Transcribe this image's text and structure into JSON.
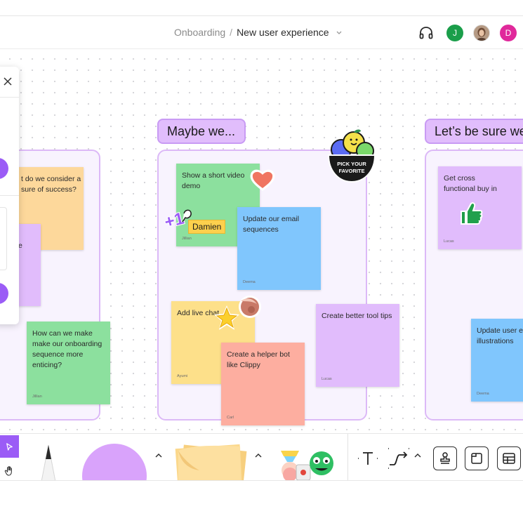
{
  "header": {
    "breadcrumb_parent": "Onboarding",
    "breadcrumb_separator": "/",
    "breadcrumb_current": "New user experience",
    "avatars": [
      {
        "initial": "J",
        "color": "#1a9e4a"
      },
      {
        "initial": "D",
        "color": "#e0299b"
      }
    ]
  },
  "columns": [
    {
      "title": ""
    },
    {
      "title": "Maybe we..."
    },
    {
      "title": "Let’s be sure we"
    }
  ],
  "notes": {
    "measure": {
      "text": "t do we consider a sure of success?",
      "author": ""
    },
    "purple_left": {
      "text": "e",
      "author": ""
    },
    "onboarding": {
      "text": "How can we make make our onboarding sequence more enticing?",
      "author": "Jillian"
    },
    "video": {
      "text": "Show a short video demo",
      "author": "Jillian"
    },
    "email": {
      "text": "Update our email sequences",
      "author": "Deema"
    },
    "livechat": {
      "text": "Add live chat",
      "author": "Ayumi"
    },
    "helper": {
      "text": "Create a helper bot like Clippy",
      "author": "Carl"
    },
    "tooltips": {
      "text": "Create better tool tips",
      "author": "Lucas"
    },
    "crossfunc": {
      "text": "Get cross functional buy in",
      "author": "Lucas"
    },
    "illustrations": {
      "text": "Update user ed illustrations",
      "author": "Deema"
    }
  },
  "labels": {
    "damien": "Damien",
    "plus_one": "+1",
    "pick_line1": "PICK YOUR",
    "pick_line2": "FAVORITE"
  },
  "colors": {
    "accent": "#9b5cf6",
    "column_border": "#dcb9f7",
    "column_fill": "#f8f3fe"
  },
  "icons": {
    "headphones": "headphones-icon",
    "close": "close-icon",
    "select": "pointer-icon",
    "hand": "hand-icon",
    "text": "text-tool-icon",
    "connector": "connector-icon",
    "stamp": "stamp-icon",
    "frame": "frame-icon",
    "table": "table-icon"
  }
}
